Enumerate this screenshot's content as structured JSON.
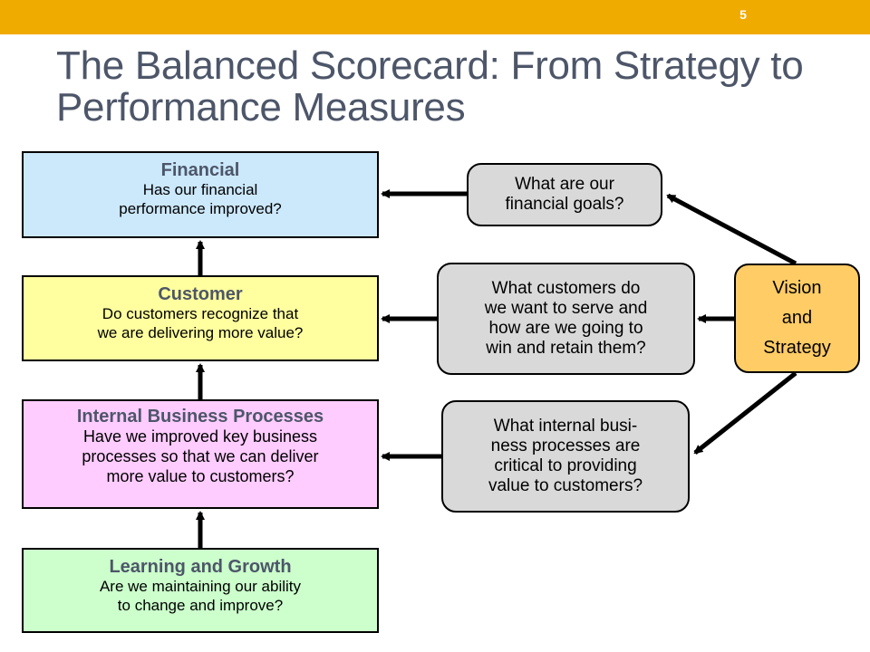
{
  "page_number": "5",
  "title": "The Balanced Scorecard:  From Strategy to Performance Measures",
  "perspectives": {
    "financial": {
      "title": "Financial",
      "question": "Has our financial\nperformance improved?"
    },
    "customer": {
      "title": "Customer",
      "question": "Do customers recognize that\nwe are delivering more value?"
    },
    "internal": {
      "title": "Internal Business Processes",
      "question": "Have we improved key business\nprocesses so that we can deliver\nmore value to customers?"
    },
    "learning": {
      "title": "Learning and Growth",
      "question": "Are we maintaining our ability\nto change and improve?"
    }
  },
  "strategy_questions": {
    "financial": "What are our\nfinancial goals?",
    "customer": "What customers do\nwe want to serve and\nhow are we going to\nwin and retain them?",
    "internal": "What internal busi-\nness processes are\ncritical to providing\nvalue to customers?"
  },
  "vision": "Vision\nand\nStrategy",
  "colors": {
    "accent_bar": "#f0ab00",
    "title_text": "#4d5669",
    "financial_fill": "#cce8fb",
    "customer_fill": "#ffff9f",
    "internal_fill": "#ffccff",
    "learning_fill": "#ccffcc",
    "question_fill": "#d9d9d9",
    "vision_fill": "#ffcc66"
  }
}
